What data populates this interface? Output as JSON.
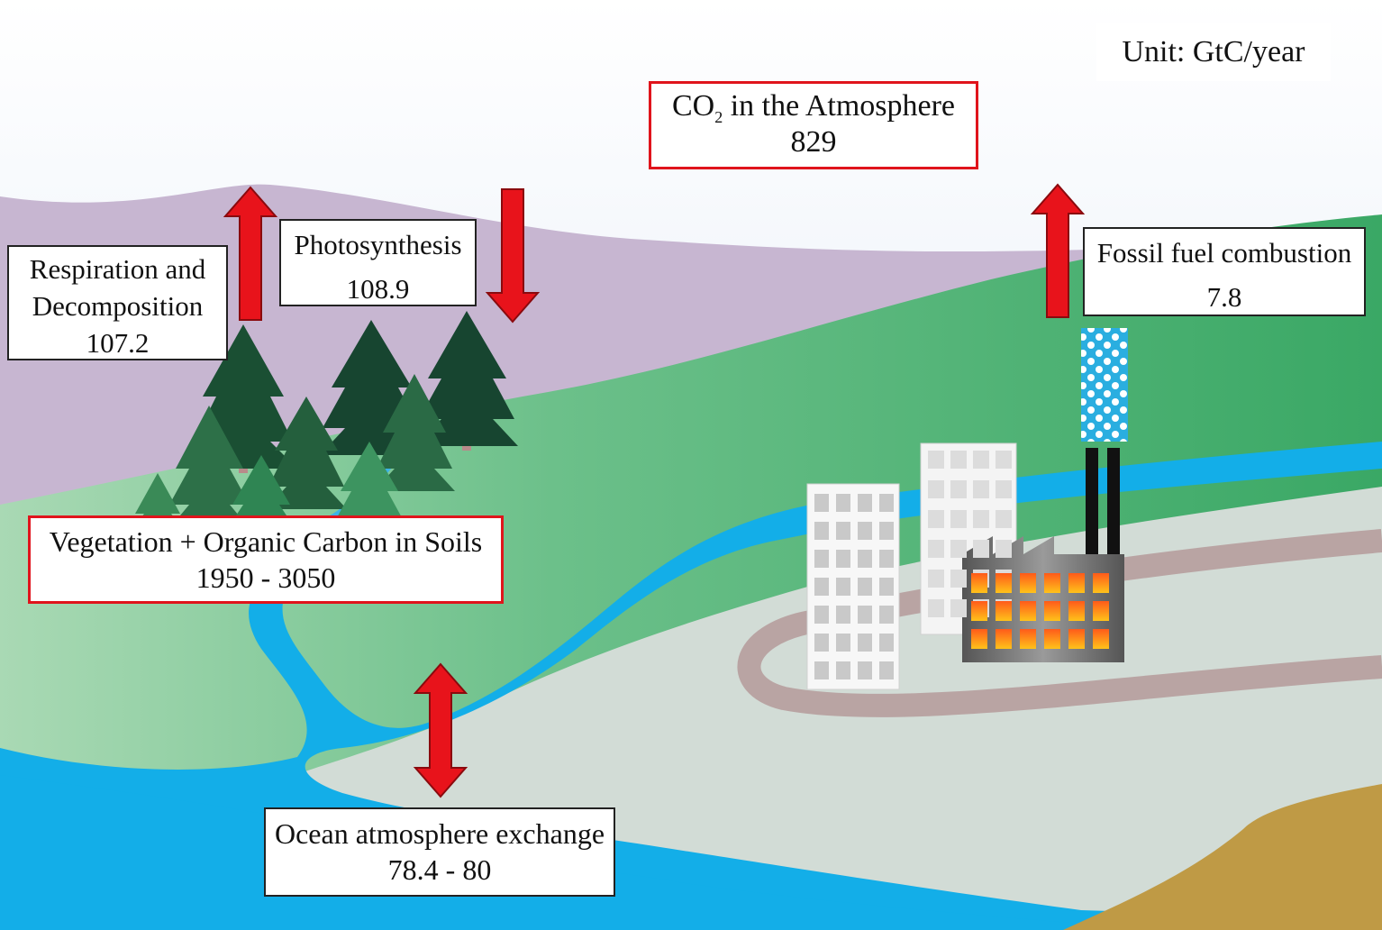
{
  "unit_label": "Unit: GtC/year",
  "atmosphere": {
    "label_prefix": "CO",
    "label_sub": "2",
    "label_suffix": " in the Atmosphere",
    "value": "829"
  },
  "respiration": {
    "line1": "Respiration and",
    "line2": "Decomposition",
    "value": "107.2"
  },
  "photosynthesis": {
    "label": "Photosynthesis",
    "value": "108.9"
  },
  "fossil_fuel": {
    "label": "Fossil fuel combustion",
    "value": "7.8"
  },
  "vegetation": {
    "label": "Vegetation + Organic Carbon in Soils",
    "value": "1950 - 3050"
  },
  "ocean": {
    "label": "Ocean atmosphere exchange",
    "value": "78.4 - 80"
  },
  "colors": {
    "arrow_red": "#e8131b",
    "box_border_red": "#e0141c",
    "water_blue": "#13aee8",
    "hill_purple": "#c7b6d1",
    "land_green": "#4fb57d",
    "soil_gold": "#bf9a45"
  }
}
